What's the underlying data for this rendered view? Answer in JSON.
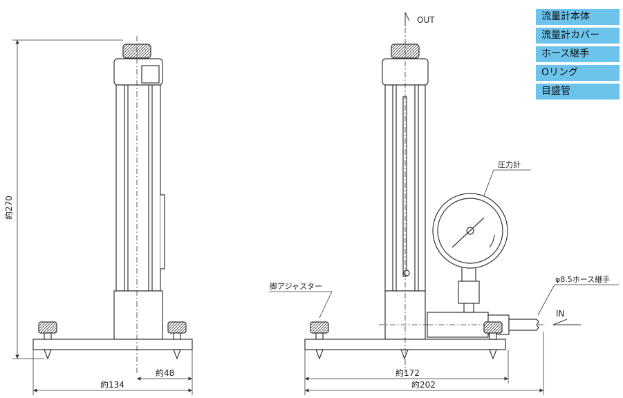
{
  "legend": {
    "items": [
      "流量計本体",
      "流量計カバー",
      "ホース継手",
      "Oリング",
      "目盛管"
    ],
    "color": "#6cc3ec"
  },
  "labels": {
    "out": "OUT",
    "in": "IN",
    "pressure_gauge": "圧力計",
    "leg_adjuster": "脚アジャスター",
    "hose_joint": "φ8.5ホース継手"
  },
  "dimensions": {
    "height": "約270",
    "left_width": "約134",
    "offset": "約48",
    "foot_span": "約172",
    "total_width": "約202"
  }
}
